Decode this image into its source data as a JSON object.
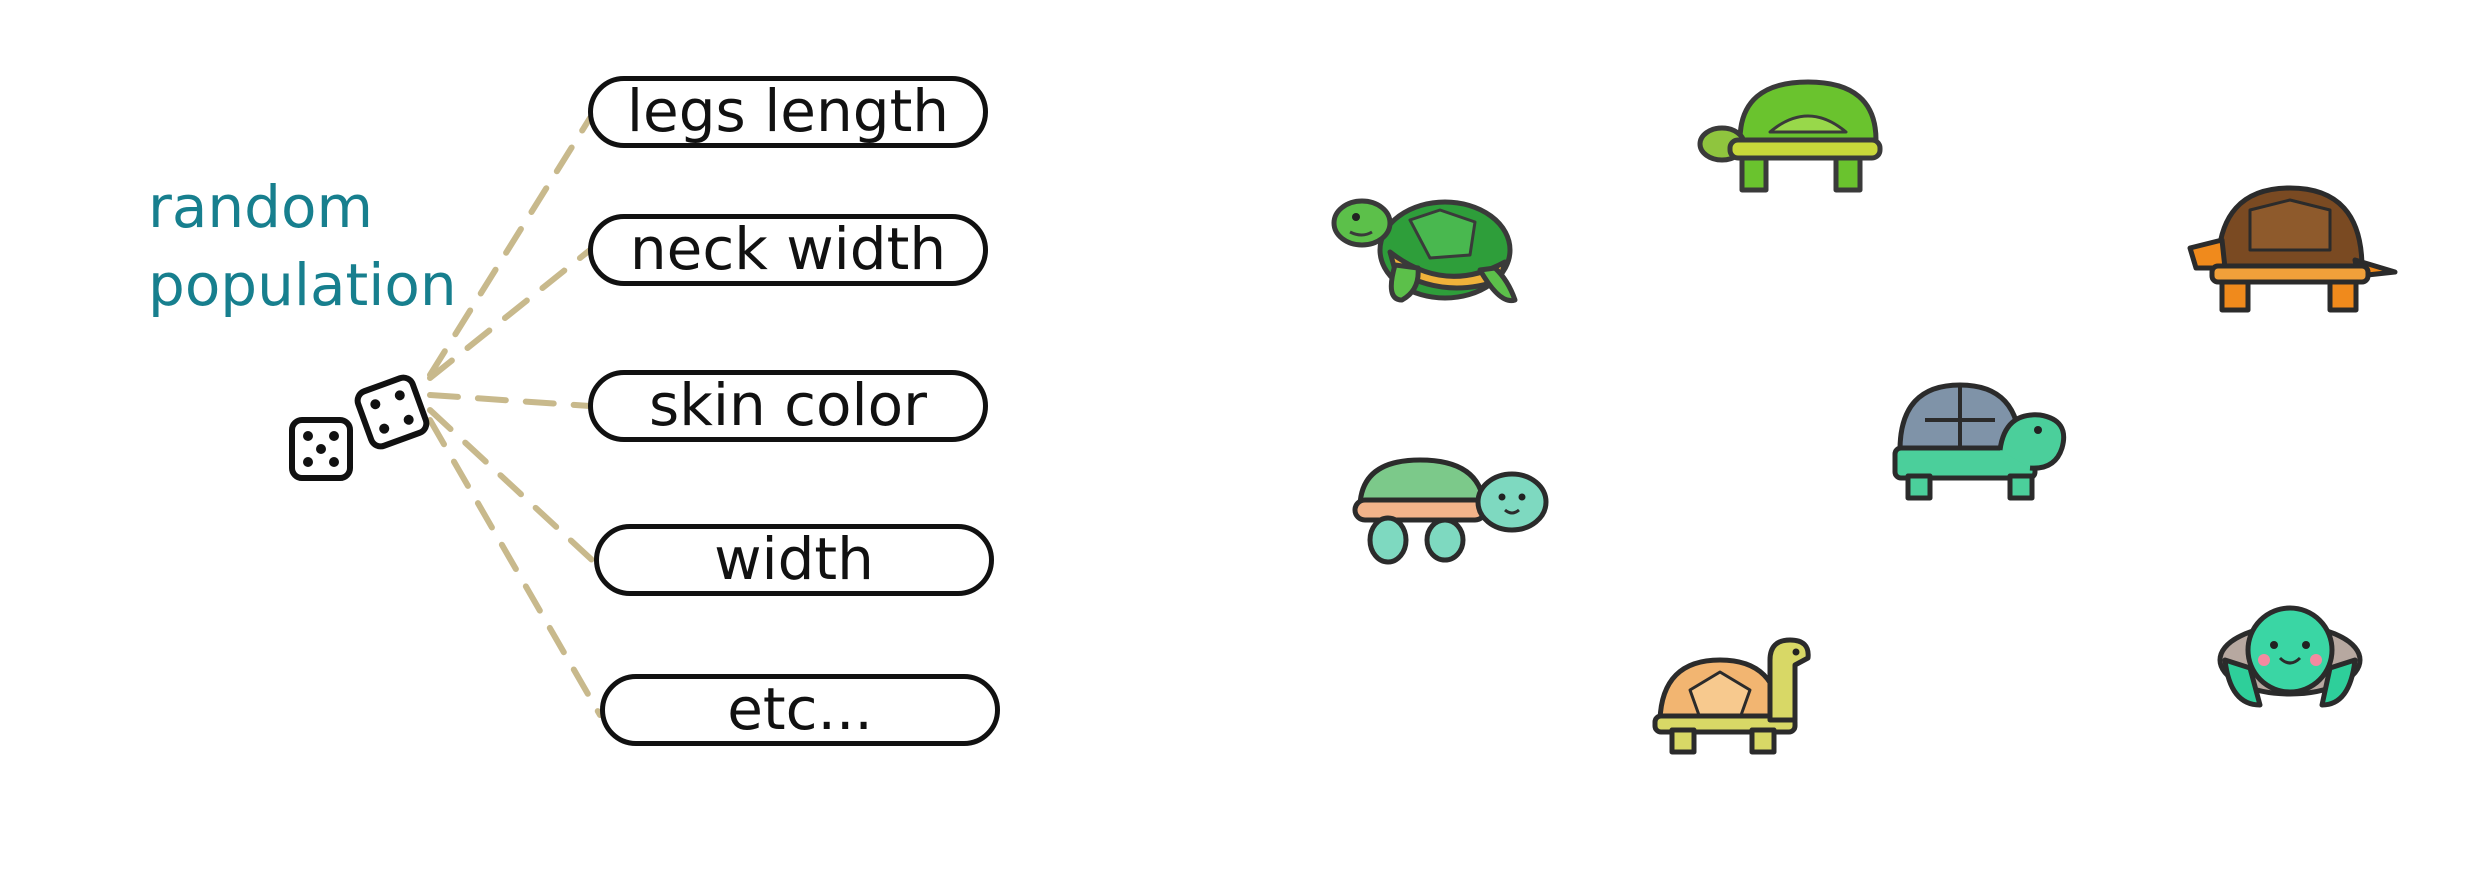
{
  "label": {
    "lines": [
      "random",
      "population"
    ]
  },
  "attributes": [
    "legs length",
    "neck width",
    "skin color",
    "width",
    "etc..."
  ],
  "icons": {
    "dice": "dice-icon",
    "turtles": [
      "sea-turtle-icon",
      "green-turtle-icon",
      "brown-tortoise-icon",
      "cute-swimming-turtle-icon",
      "blue-shell-turtle-icon",
      "long-neck-tortoise-icon",
      "smiling-turtle-icon"
    ]
  },
  "colors": {
    "label": "#177f8e",
    "connector": "#c8b98c",
    "outline": "#111111"
  }
}
